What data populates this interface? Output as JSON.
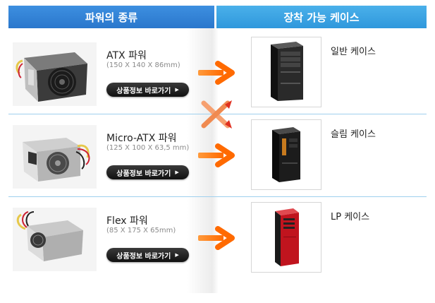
{
  "headers": {
    "left": "파워의 종류",
    "right": "장착 가능 케이스"
  },
  "rows": [
    {
      "psu_name": "ATX 파워",
      "psu_size": "(150 X 140 X 86mm)",
      "button": "상품정보 바로가기",
      "case_name": "일반 케이스"
    },
    {
      "psu_name": "Micro-ATX 파워",
      "psu_size": "(125 X 100 X 63,5 mm)",
      "button": "상품정보 바로가기",
      "case_name": "슬림 케이스"
    },
    {
      "psu_name": "Flex 파워",
      "psu_size": "(85 X 175 X 65mm)",
      "button": "상품정보 바로가기",
      "case_name": "LP 케이스"
    }
  ],
  "icons": {
    "arrow": "orange-right-arrow-icon",
    "cross": "incompatible-x-icon",
    "button_chevron": "chevron-right-icon"
  },
  "colors": {
    "header_left": "#2a77cc",
    "header_right": "#2f98dc",
    "arrow": "#ff7a1a",
    "separator": "#9fd0ee",
    "lp_case": "#d0202a"
  }
}
